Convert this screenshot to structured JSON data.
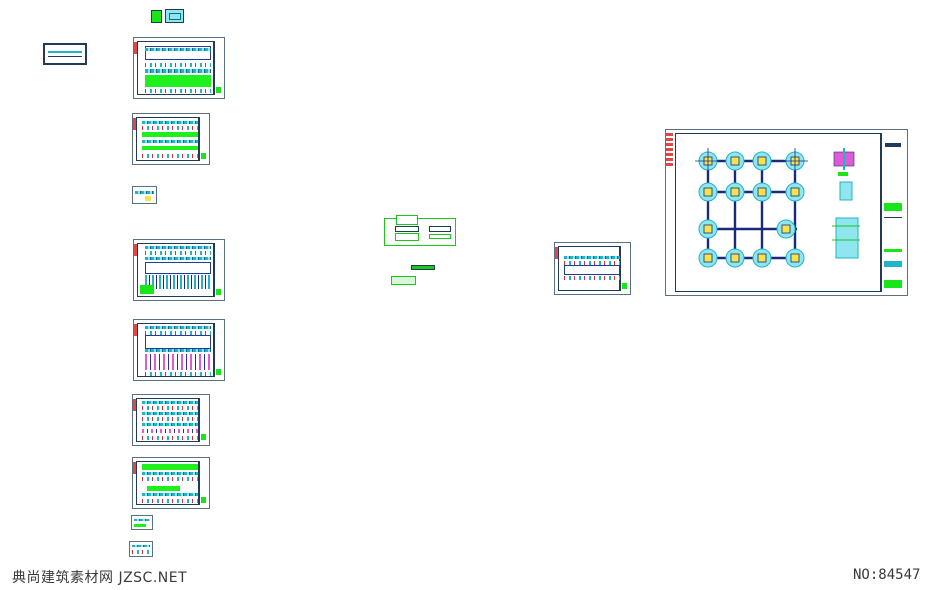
{
  "watermark": {
    "text": "典尚建筑素材网 JZSC.NET",
    "serial": "NO:84547"
  },
  "colors": {
    "sheet_border": "#5a6f80",
    "line_dark": "#1f3b57",
    "cyan": "#1fb4c8",
    "green": "#1ef01e",
    "navy": "#1a2a7a",
    "magenta": "#e05ad6",
    "red": "#e04848"
  },
  "drawing_sheets": [
    {
      "id": "sheet-top-icons"
    },
    {
      "id": "sheet-plan-1"
    },
    {
      "id": "sheet-plan-2"
    },
    {
      "id": "sheet-small-1"
    },
    {
      "id": "sheet-plan-3"
    },
    {
      "id": "sheet-plan-4"
    },
    {
      "id": "sheet-elevation-1"
    },
    {
      "id": "sheet-elevation-2"
    },
    {
      "id": "sheet-small-2"
    },
    {
      "id": "sheet-small-3"
    },
    {
      "id": "sheet-detail-center"
    },
    {
      "id": "sheet-plan-right"
    },
    {
      "id": "sheet-foundation"
    }
  ]
}
